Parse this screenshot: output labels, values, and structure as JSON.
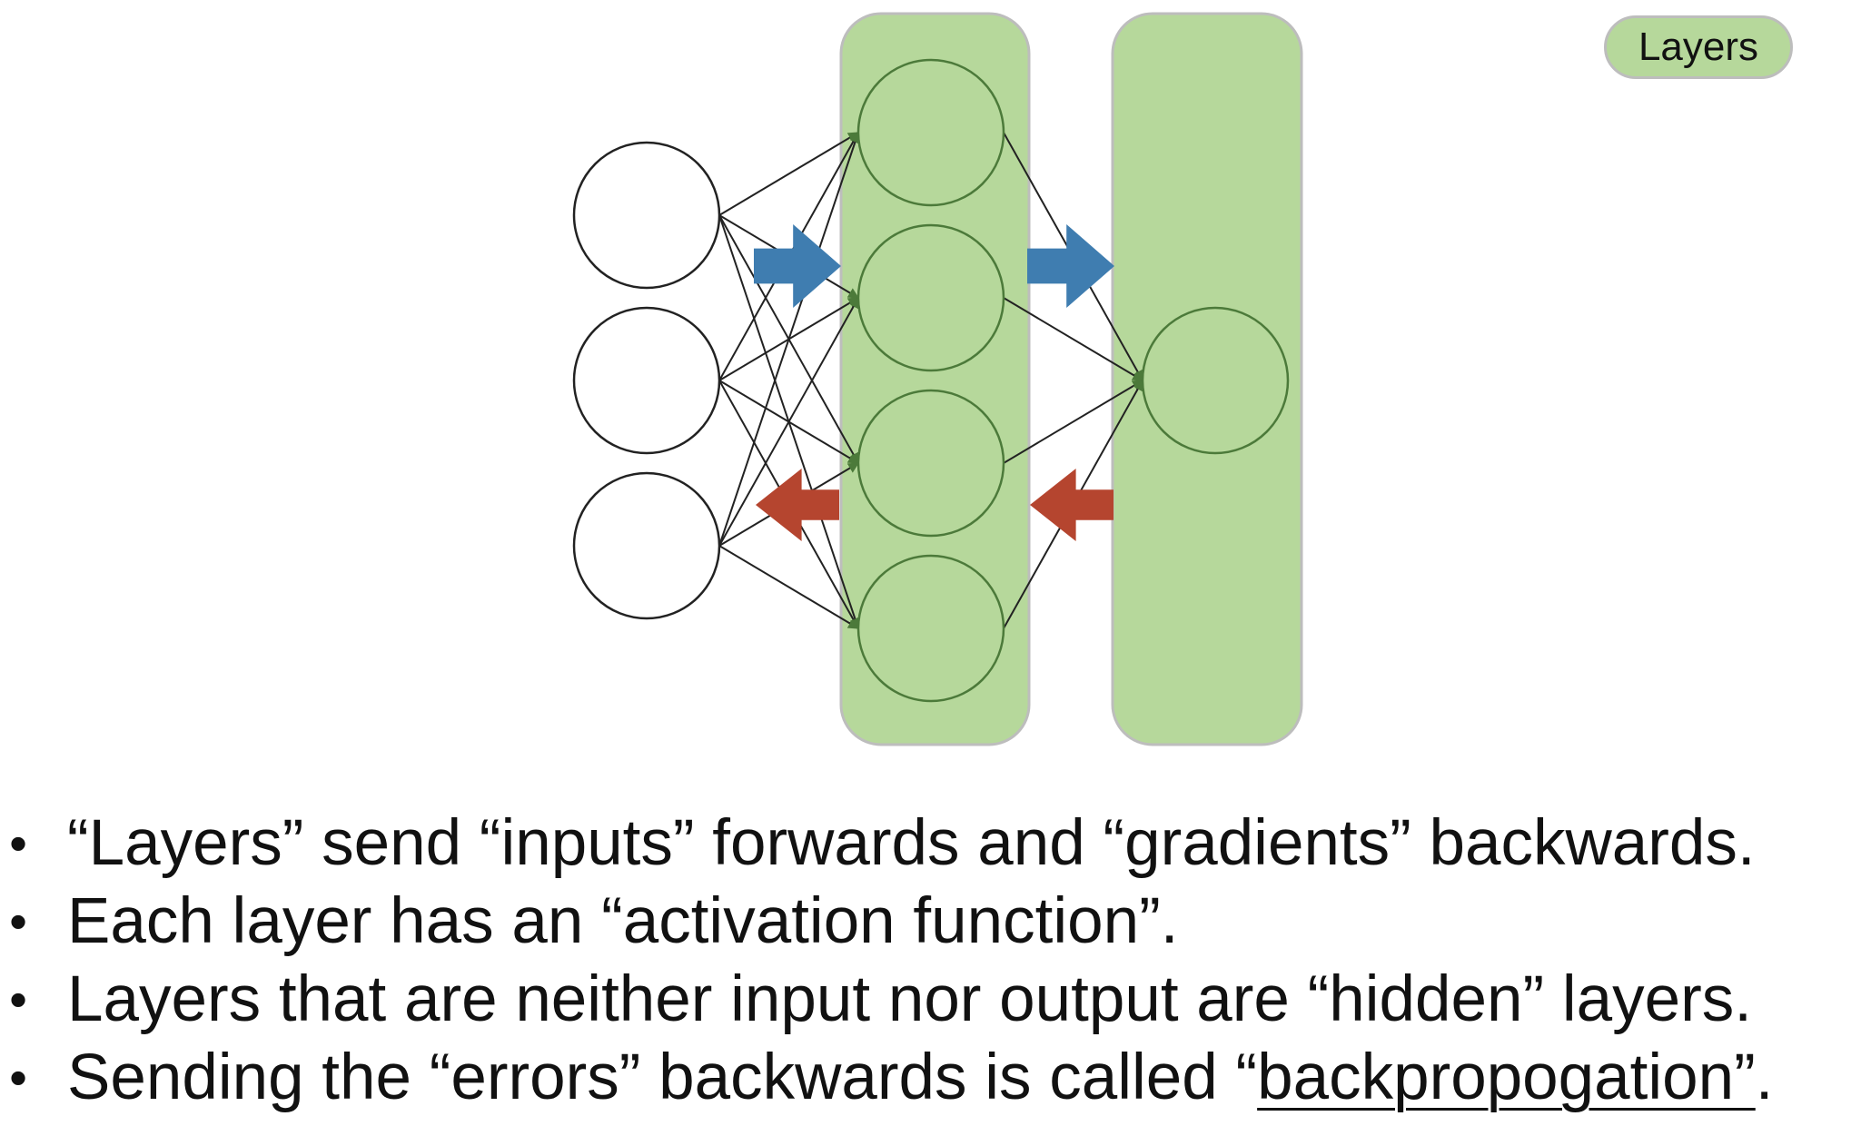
{
  "legend": {
    "label": "Layers"
  },
  "colors": {
    "layer_fill": "#b6d89b",
    "layer_border": "#bdbdbd",
    "forward_arrow": "#3f7db0",
    "backward_arrow": "#b5452f",
    "node_stroke_input": "#222222",
    "node_stroke_layer": "#4c7a3a"
  },
  "network": {
    "input_nodes": 3,
    "hidden_nodes": 4,
    "output_nodes": 1,
    "forward_arrows": 2,
    "backward_arrows": 2
  },
  "bullets": [
    {
      "text": "“Layers” send “inputs” forwards and “gradients” backwards."
    },
    {
      "text": "Each layer has an “activation function”."
    },
    {
      "text": "Layers that are neither input nor output are “hidden” layers."
    },
    {
      "pre": "Sending the “errors” backwards is called “",
      "underlined": "backpropogation”",
      "post": "."
    }
  ]
}
